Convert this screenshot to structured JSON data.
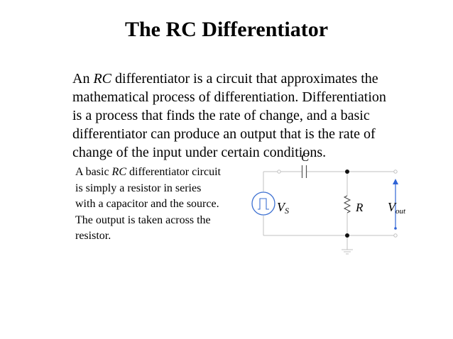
{
  "slide": {
    "title": "The RC Differentiator"
  },
  "intro": {
    "line1_prefix": "An ",
    "line1_em": "RC",
    "line1_suffix": " differentiator is a circuit that approximates the",
    "line2": "mathematical process of differentiation. Differentiation",
    "line3": "is a process that finds the rate of change, and a basic",
    "line4": "differentiator can produce an output that is the rate of",
    "line5": "change of the input under certain conditions."
  },
  "note": {
    "line1_prefix": "A basic ",
    "line1_em": "RC",
    "line1_suffix": " differentiator circuit",
    "line2": "is simply a resistor in series",
    "line3": "with a capacitor and the source.",
    "line4": "The output is taken across the",
    "line5": "resistor."
  },
  "circuit": {
    "capacitor_label": "C",
    "source_label_main": "V",
    "source_label_sub": "S",
    "resistor_label": "R",
    "output_label_main": "V",
    "output_label_sub": "out",
    "wire_color": "#c0c0c0",
    "source_color": "#3b6fd1",
    "arrow_color": "#2f63d6",
    "node_color": "#111111"
  }
}
